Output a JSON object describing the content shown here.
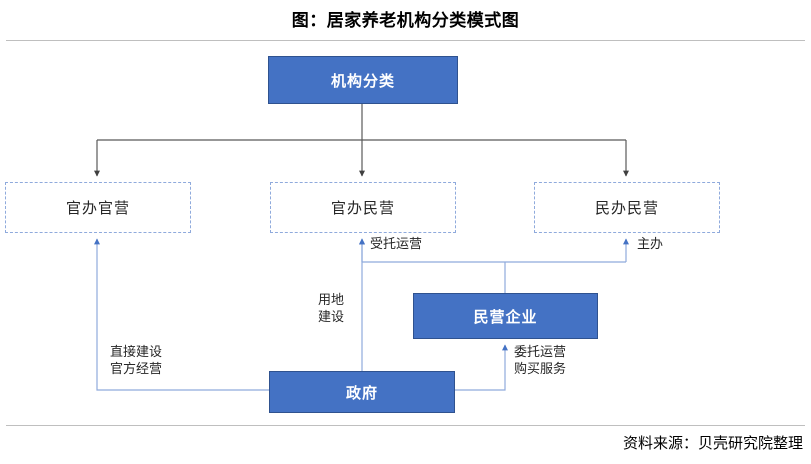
{
  "header": {
    "title": "图：居家养老机构分类模式图"
  },
  "footer": {
    "source": "资料来源：贝壳研究院整理"
  },
  "colors": {
    "node_fill": "#4472C4",
    "node_border": "#2F528F",
    "dashed_border": "#8FAADC",
    "black_arrow": "#404040",
    "blue_arrow": "#4472C4",
    "rule": "#bfbfbf"
  },
  "diagram": {
    "type": "flowchart",
    "nodes": [
      {
        "id": "root",
        "label": "机构分类",
        "style": "solid-blue"
      },
      {
        "id": "gg",
        "label": "官办官营",
        "style": "dashed-blue"
      },
      {
        "id": "gm",
        "label": "官办民营",
        "style": "dashed-blue"
      },
      {
        "id": "mm",
        "label": "民办民营",
        "style": "dashed-blue"
      },
      {
        "id": "private",
        "label": "民营企业",
        "style": "solid-blue"
      },
      {
        "id": "gov",
        "label": "政府",
        "style": "solid-blue"
      }
    ],
    "edges": [
      {
        "from": "root",
        "to": "gg",
        "label": "",
        "color": "black"
      },
      {
        "from": "root",
        "to": "gm",
        "label": "",
        "color": "black"
      },
      {
        "from": "root",
        "to": "mm",
        "label": "",
        "color": "black"
      },
      {
        "from": "gov",
        "to": "gg",
        "label": "直接建设\n官方经营",
        "color": "blue"
      },
      {
        "from": "gov",
        "to": "gm",
        "label": "用地\n建设",
        "color": "blue"
      },
      {
        "from": "gov",
        "to": "private",
        "label": "委托运营\n购买服务",
        "color": "blue"
      },
      {
        "from": "private",
        "to": "gm",
        "label": "受托运营",
        "color": "blue"
      },
      {
        "from": "private",
        "to": "mm",
        "label": "主办",
        "color": "blue"
      }
    ],
    "labels": {
      "shoutuo": "受托运营",
      "zhuban": "主办",
      "yongdi": "用地\n建设",
      "zhijie": "直接建设\n官方经营",
      "weituo": "委托运营\n购买服务"
    }
  }
}
